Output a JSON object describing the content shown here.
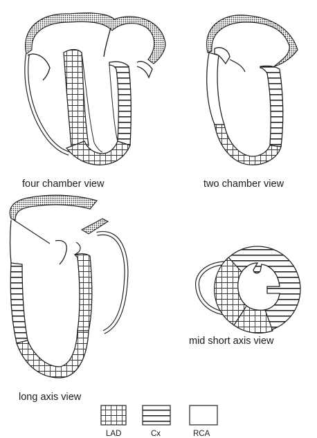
{
  "views": [
    {
      "id": "four-chamber",
      "label": "four chamber view"
    },
    {
      "id": "two-chamber",
      "label": "two chamber view"
    },
    {
      "id": "long-axis",
      "label": "long axis view"
    },
    {
      "id": "short-axis",
      "label": "mid short axis view"
    }
  ],
  "legend": [
    {
      "id": "lad",
      "label": "LAD",
      "pattern": "grid"
    },
    {
      "id": "cx",
      "label": "Cx",
      "pattern": "horizontal-stripes"
    },
    {
      "id": "rca",
      "label": "RCA",
      "pattern": "blank"
    }
  ]
}
